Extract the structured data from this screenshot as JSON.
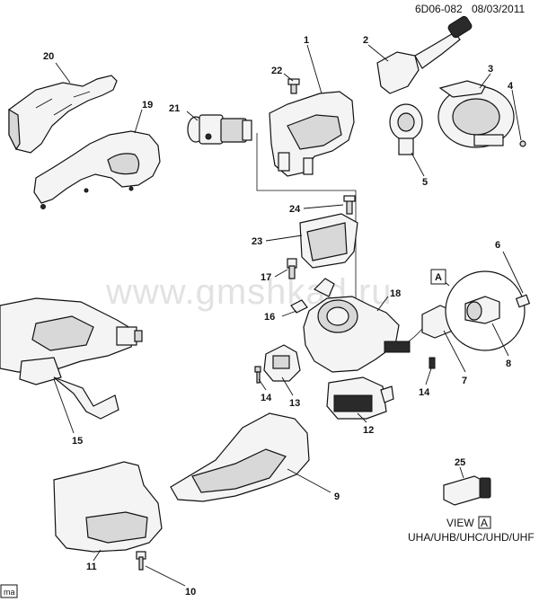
{
  "header": {
    "code": "6D06-082",
    "date": "08/03/2011"
  },
  "watermark": "www.gmshkad.ru",
  "view_marker": "A",
  "view_label": {
    "prefix": "VIEW",
    "marker": "A"
  },
  "option_codes": "UHA/UHB/UHC/UHD/UHF",
  "corner_mark": "ma",
  "callouts": {
    "c1": "1",
    "c2": "2",
    "c3": "3",
    "c4": "4",
    "c5": "5",
    "c6": "6",
    "c7": "7",
    "c8": "8",
    "c9": "9",
    "c10": "10",
    "c11": "11",
    "c12": "12",
    "c13": "13",
    "c14a": "14",
    "c14b": "14",
    "c15": "15",
    "c16": "16",
    "c17": "17",
    "c18": "18",
    "c19": "19",
    "c20": "20",
    "c21": "21",
    "c22": "22",
    "c23": "23",
    "c24": "24",
    "c25": "25"
  }
}
